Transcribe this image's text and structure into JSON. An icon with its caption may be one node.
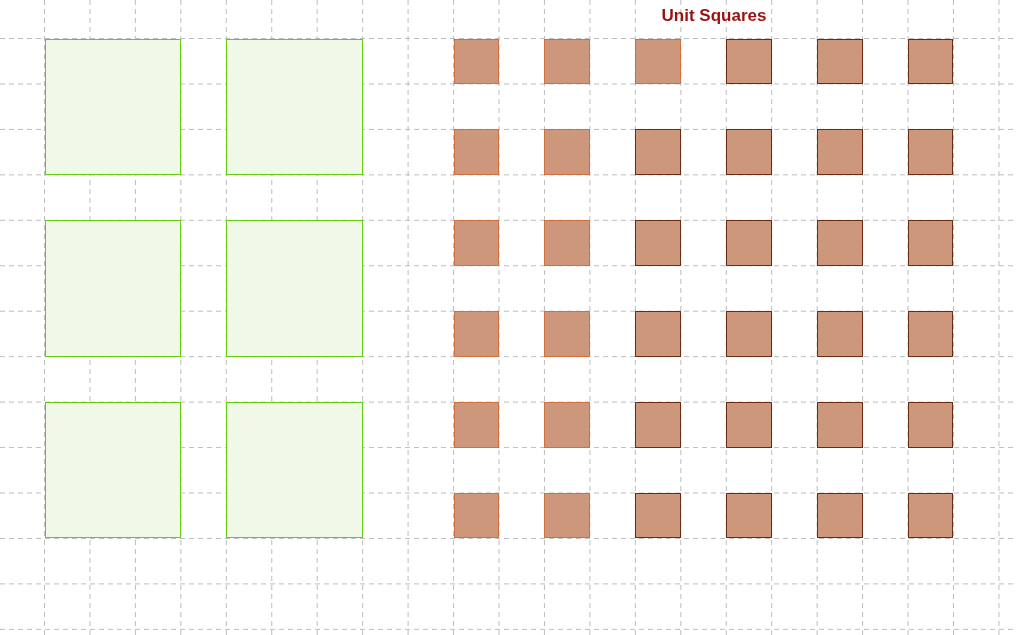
{
  "diagram": {
    "title": "Unit Squares",
    "nodes": [
      {
        "text": [],
        "shape": "box"
      },
      {
        "text": [],
        "shape": "box"
      },
      {
        "text": [],
        "shape": "box"
      },
      {
        "text": [],
        "shape": "box"
      },
      {
        "text": [],
        "shape": "box"
      },
      {
        "text": [],
        "shape": "box"
      },
      {
        "text": [],
        "shape": "box"
      },
      {
        "text": [],
        "shape": "box"
      },
      {
        "text": [],
        "shape": "box"
      },
      {
        "text": [],
        "shape": "box"
      },
      {
        "text": [],
        "shape": "box"
      },
      {
        "text": [],
        "shape": "box"
      },
      {
        "text": [],
        "shape": "box"
      },
      {
        "text": [],
        "shape": "box"
      },
      {
        "text": [],
        "shape": "box"
      },
      {
        "text": [],
        "shape": "box"
      },
      {
        "text": [],
        "shape": "box"
      },
      {
        "text": [],
        "shape": "box"
      },
      {
        "text": [],
        "shape": "box"
      },
      {
        "text": [],
        "shape": "box"
      },
      {
        "text": [],
        "shape": "box"
      },
      {
        "text": [],
        "shape": "box"
      },
      {
        "text": [],
        "shape": "box"
      },
      {
        "text": [],
        "shape": "box"
      },
      {
        "text": [],
        "shape": "box"
      },
      {
        "text": [],
        "shape": "box"
      },
      {
        "text": [],
        "shape": "box"
      },
      {
        "text": [],
        "shape": "box"
      },
      {
        "text": [],
        "shape": "box"
      },
      {
        "text": [],
        "shape": "box"
      },
      {
        "text": [],
        "shape": "box"
      },
      {
        "text": [],
        "shape": "box"
      },
      {
        "text": [],
        "shape": "box"
      },
      {
        "text": [],
        "shape": "box"
      },
      {
        "text": [],
        "shape": "box"
      },
      {
        "text": [],
        "shape": "box"
      },
      {
        "text": [],
        "shape": "box"
      },
      {
        "text": [],
        "shape": "box"
      },
      {
        "text": [],
        "shape": "box"
      },
      {
        "text": [],
        "shape": "box"
      },
      {
        "text": [],
        "shape": "box"
      },
      {
        "text": [],
        "shape": "box"
      }
    ]
  }
}
